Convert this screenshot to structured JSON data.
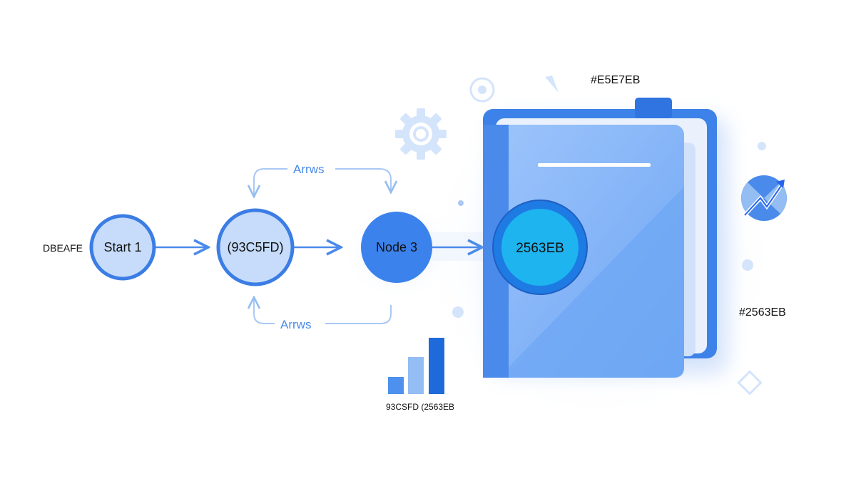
{
  "nodes": {
    "outer_label": "DBEAFE",
    "start": "Start 1",
    "node2": "(93C5FD)",
    "node3": "Node 3",
    "node4": "2563EB"
  },
  "loops": {
    "top_label": "Arrws",
    "bottom_label": "Arrws"
  },
  "labels": {
    "top_color": "#E5E7EB",
    "right_color": "#2563EB",
    "bar_caption": "93CSFD (2563EB"
  },
  "colors": {
    "primary": "#2563EB",
    "mid": "#4A8AEA",
    "light": "#93C5FD",
    "pale": "#DBEAFE",
    "cyan": "#1EB4F0"
  },
  "icons": [
    "gear-icon",
    "target-icon",
    "book-icon",
    "trend-chart-icon",
    "bar-chart-icon",
    "diamond-icon"
  ]
}
